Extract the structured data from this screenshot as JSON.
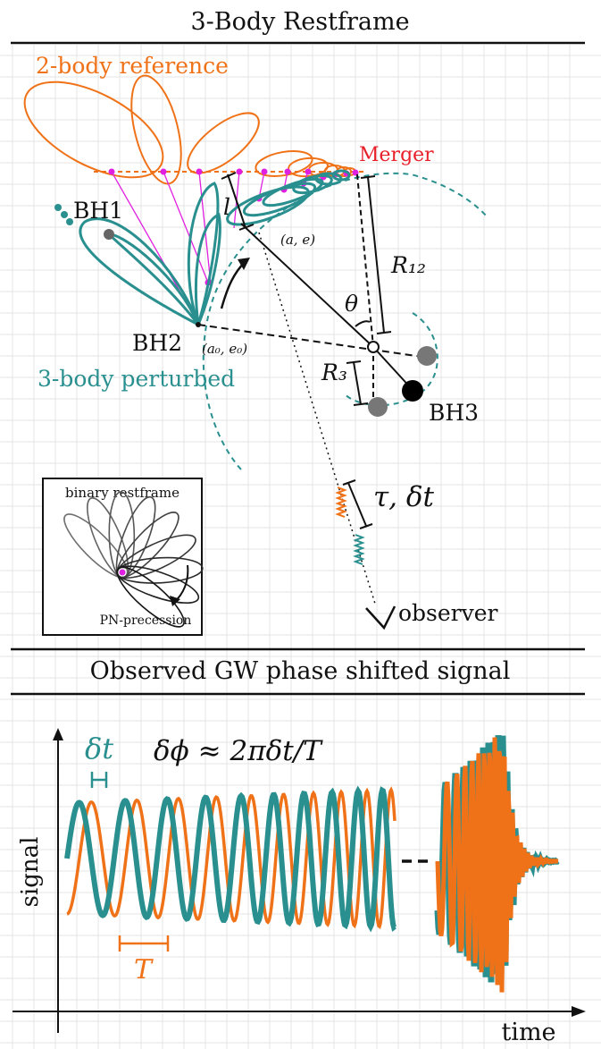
{
  "top_panel": {
    "title": "3-Body Restframe",
    "label_2body": "2-body reference",
    "label_3body": "3-body perturbed",
    "label_merger": "Merger",
    "label_bh1": "BH1",
    "label_bh2": "BH2",
    "label_bh3": "BH3",
    "label_a0e0": "(a₀, e₀)",
    "label_ae": "(a, e)",
    "label_l": "l",
    "label_theta": "θ",
    "label_R12": "R₁₂",
    "label_R3": "R₃",
    "label_tau_dt": "τ, δt",
    "label_observer": "observer",
    "inset": {
      "title": "binary restframe",
      "caption": "PN-precession"
    }
  },
  "bottom_panel": {
    "title": "Observed GW phase shifted signal",
    "label_dt": "δt",
    "equation": "δϕ ≈ 2πδt/T",
    "label_T": "T",
    "ylabel": "signal",
    "xlabel": "time"
  },
  "colors": {
    "orange": "#f07218",
    "teal": "#2a8f8f",
    "magenta": "#e020e0",
    "red": "#e8202a",
    "grid": "#e6e6e6"
  }
}
